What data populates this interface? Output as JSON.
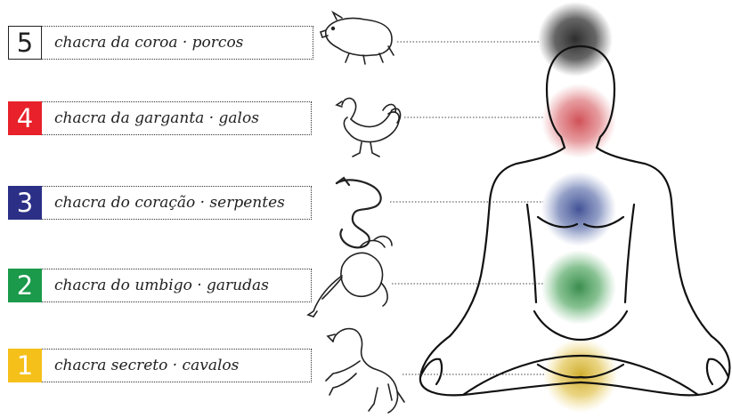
{
  "chakras": [
    {
      "number": "5",
      "label": "chacra da coroa · porcos",
      "color": "#ffffff",
      "glow": "#333333",
      "animal_icon": "pig-icon"
    },
    {
      "number": "4",
      "label": "chacra da garganta · galos",
      "color": "#e8212a",
      "glow": "#d23a40",
      "animal_icon": "rooster-icon"
    },
    {
      "number": "3",
      "label": "chacra do coração · serpentes",
      "color": "#2b2f86",
      "glow": "#3c4d96",
      "animal_icon": "snake-icon"
    },
    {
      "number": "2",
      "label": "chacra do umbigo · garudas",
      "color": "#1a9a4a",
      "glow": "#2e8b3e",
      "animal_icon": "garuda-icon"
    },
    {
      "number": "1",
      "label": "chacra secreto · cavalos",
      "color": "#f6c01b",
      "glow": "#d6b020",
      "animal_icon": "horse-icon"
    }
  ]
}
